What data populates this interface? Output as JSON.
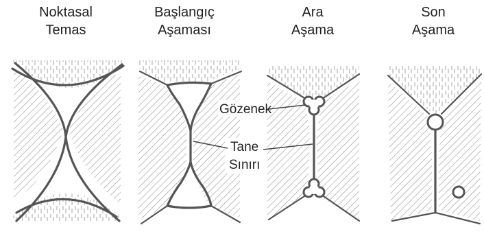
{
  "stages": [
    {
      "line1": "Noktasal",
      "line2": "Temas"
    },
    {
      "line1": "Başlangıç",
      "line2": "Aşaması"
    },
    {
      "line1": "Ara",
      "line2": "Aşama"
    },
    {
      "line1": "Son",
      "line2": "Aşama"
    }
  ],
  "annotations": {
    "pore": "Gözenek",
    "grain_boundary_line1": "Tane",
    "grain_boundary_line2": "Sınırı"
  },
  "colors": {
    "line": "#555555",
    "hatch": "#8a8a8a",
    "text": "#222222"
  }
}
